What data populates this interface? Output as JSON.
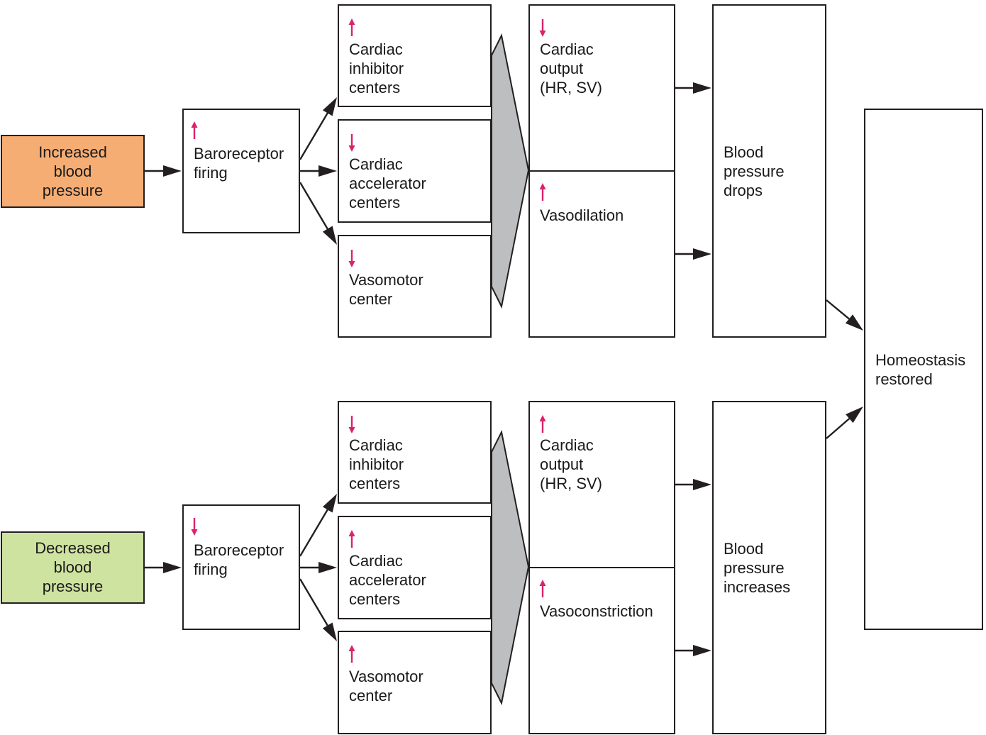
{
  "colors": {
    "increase_box": "#f6ad74",
    "decrease_box": "#cfe3a0",
    "indicator_arrow": "#d9236b",
    "stroke": "#231f20",
    "funnel": "#bcbec0"
  },
  "icons": {
    "up": "up-arrow-icon",
    "down": "down-arrow-icon"
  },
  "top": {
    "stimulus": "Increased\nblood\npressure",
    "baroreceptor": {
      "label": "Baroreceptor\nfiring",
      "direction": "up"
    },
    "centers": [
      {
        "label": "Cardiac\ninhibitor\ncenters",
        "direction": "up"
      },
      {
        "label": "Cardiac\naccelerator\ncenters",
        "direction": "down"
      },
      {
        "label": "Vasomotor\ncenter",
        "direction": "down"
      }
    ],
    "effects": [
      {
        "label": "Cardiac\noutput\n(HR, SV)",
        "direction": "down"
      },
      {
        "label": "Vasodilation",
        "direction": "up"
      }
    ],
    "result": "Blood\npressure\ndrops"
  },
  "bottom": {
    "stimulus": "Decreased\nblood\npressure",
    "baroreceptor": {
      "label": "Baroreceptor\nfiring",
      "direction": "down"
    },
    "centers": [
      {
        "label": "Cardiac\ninhibitor\ncenters",
        "direction": "down"
      },
      {
        "label": "Cardiac\naccelerator\ncenters",
        "direction": "up"
      },
      {
        "label": "Vasomotor\ncenter",
        "direction": "up"
      }
    ],
    "effects": [
      {
        "label": "Cardiac\noutput\n(HR, SV)",
        "direction": "up"
      },
      {
        "label": "Vasoconstriction",
        "direction": "up"
      }
    ],
    "result": "Blood\npressure\nincreases"
  },
  "outcome": "Homeostasis\nrestored"
}
